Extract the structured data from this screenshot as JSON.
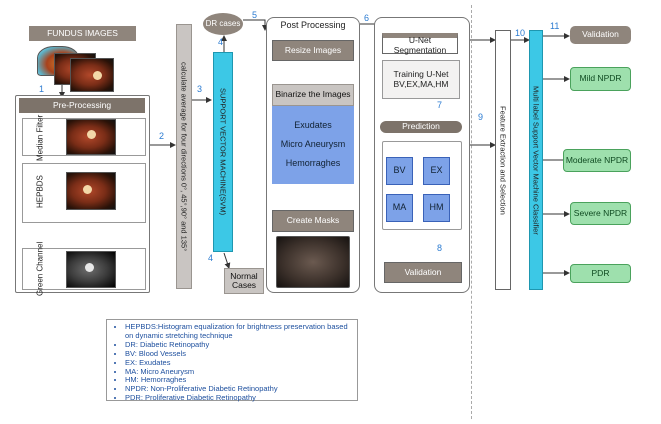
{
  "nodes": {
    "fundus_images": "FUNDUS IMAGES",
    "pre_processing": "Pre-Processing",
    "median_filter": "Median Filter",
    "hepbds": "HEPBDS",
    "green_channel": "Green Channel",
    "calculate_average": "calculate average for four directions 0°, 45°,90° and 135°",
    "dr_cases": "DR cases",
    "svm": "SUPPORT VECTOR MACHINE(SVM)",
    "normal_cases": "Normal Cases",
    "post_processing": "Post Processing",
    "resize_images": "Resize Images",
    "binarize_images": "Binarize the Images",
    "exudates": "Exudates",
    "micro_aneurysm": "Micro Aneurysm",
    "hemorrhages": "Hemorraghes",
    "create_masks": "Create Masks",
    "unet_segmentation": "U-Net Segmentation",
    "training_unet": "Training U-Net BV,EX,MA,HM",
    "prediction": "Prediction",
    "bv": "BV",
    "ex": "EX",
    "ma": "MA",
    "hm": "HM",
    "validation_inner": "Validation",
    "feature_extraction": "Feature Extraction and Selection",
    "multi_label_svm": "Multi label Support Vector Machine Classifier",
    "validation": "Validation",
    "mild_npdr": "Mild NPDR",
    "moderate_npdr": "Moderate NPDR",
    "severe_npdr": "Severe NPDR",
    "pdr": "PDR"
  },
  "step_numbers": [
    "1",
    "2",
    "3",
    "4",
    "4",
    "5",
    "6",
    "7",
    "8",
    "9",
    "10",
    "11"
  ],
  "legend": [
    "HEPBDS:Histogram equalization for brightness preservation based on dynamic stretching technique",
    "DR: Diabetic Retinopathy",
    "BV: Blood Vessels",
    "EX: Exudates",
    "MA: Micro Aneurysm",
    "HM: Hemorraghes",
    "NPDR: Non-Proliferative Diabetic Retinopathy",
    "PDR: Proliferative Diabetic Retinopathy"
  ],
  "colors": {
    "accent_cyan": "#3cc8e6",
    "class_green": "#9ee0ad",
    "lesion_blue": "#7da2e8",
    "header_taupe": "#8f857c",
    "step_number_blue": "#2b7bd1"
  }
}
